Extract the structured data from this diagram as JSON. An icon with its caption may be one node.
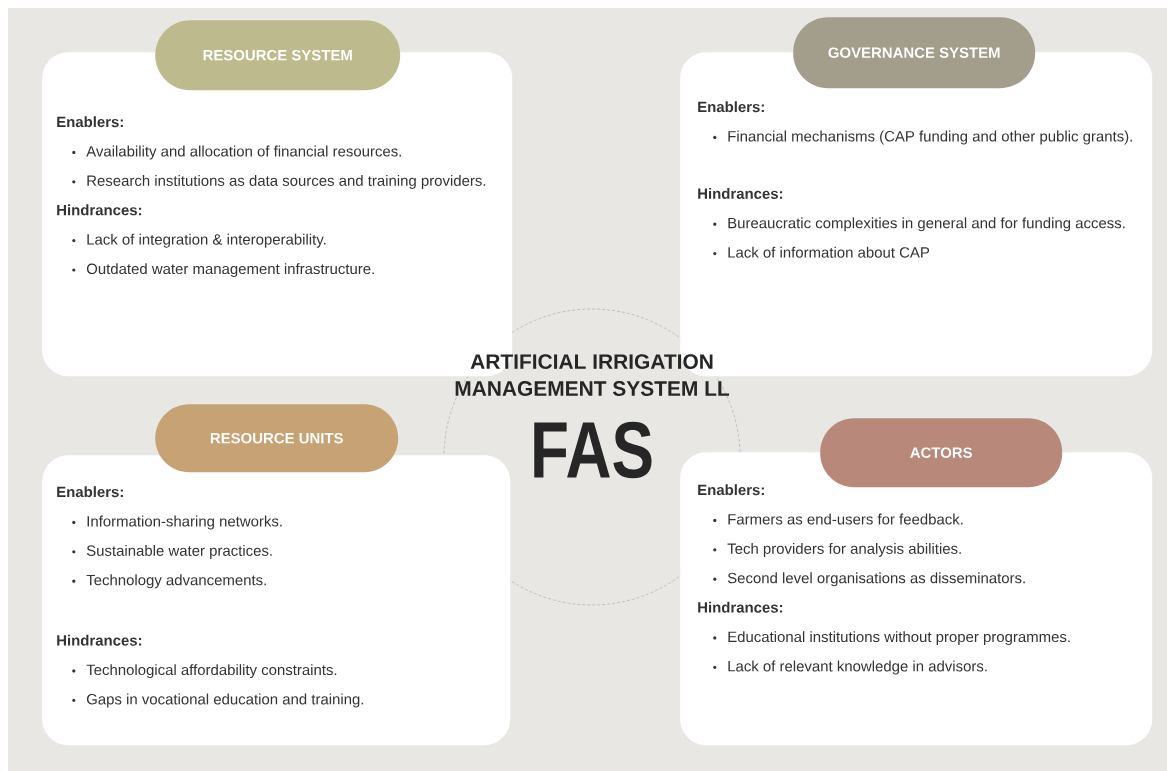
{
  "diagram": {
    "nodes": [
      {
        "text": [
          "RESOURCE SYSTEM"
        ]
      },
      {
        "text": [
          "Enablers:",
          "Availability and allocation of financial resources.",
          "Research institutions as data sources and training providers.",
          "Hindrances:",
          "Lack of integration & interoperability.",
          "Outdated water management infrastructure."
        ]
      },
      {
        "text": [
          "GOVERNANCE SYSTEM"
        ]
      },
      {
        "text": [
          "Enablers:",
          "Financial mechanisms (CAP funding and other public grants).",
          "Hindrances:",
          "Bureaucratic complexities in general and for funding access.",
          "Lack of information about CAP"
        ]
      },
      {
        "text": [
          "ARTIFICIAL IRRIGATION MANAGEMENT SYSTEM LL",
          "FAS"
        ]
      },
      {
        "text": [
          "RESOURCE UNITS"
        ]
      },
      {
        "text": [
          "Enablers:",
          "Information-sharing networks.",
          "Sustainable water practices.",
          "Technology advancements.",
          "Hindrances:",
          "Technological affordability constraints.",
          "Gaps in vocational education and training."
        ]
      },
      {
        "text": [
          "ACTORS"
        ]
      },
      {
        "text": [
          "Enablers:",
          "Farmers as end-users for feedback.",
          "Tech providers for analysis abilities.",
          "Second level organisations as disseminators.",
          "Hindrances:",
          "Educational institutions without proper programmes.",
          "Lack of relevant knowledge in advisors."
        ]
      }
    ]
  }
}
